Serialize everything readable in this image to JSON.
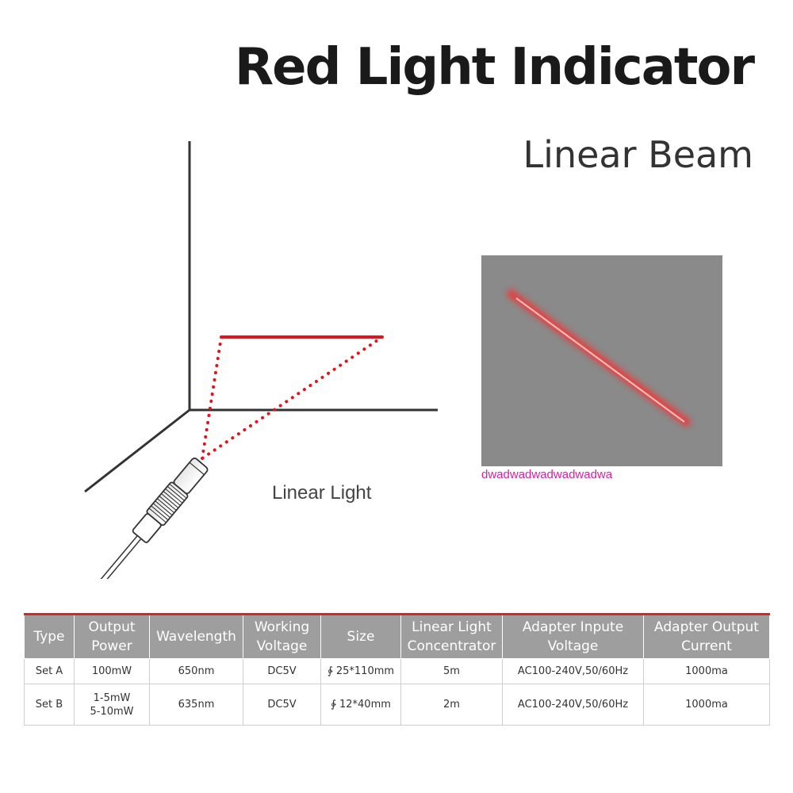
{
  "header": {
    "title": "Red Light Indicator",
    "subtitle": "Linear Beam"
  },
  "diagram": {
    "caption": "Linear Light",
    "beam_color": "#e0141c"
  },
  "photo": {
    "watermark": "dwadwadwadwadwadwa",
    "background_color": "#8a8a8a",
    "beam_color": "#ff3b3b"
  },
  "spec_table": {
    "headers": [
      [
        "Type"
      ],
      [
        "Output",
        "Power"
      ],
      [
        "Wavelength"
      ],
      [
        "Working",
        "Voltage"
      ],
      [
        "Size"
      ],
      [
        "Linear Light",
        "Concentrator"
      ],
      [
        "Adapter Inpute",
        "Voltage"
      ],
      [
        "Adapter Output",
        "Current"
      ]
    ],
    "rows": [
      {
        "type": "Set A",
        "output_power": [
          "100mW"
        ],
        "wavelength": "650nm",
        "working_voltage": "DC5V",
        "size": "∲ 25*110mm",
        "concentrator": "5m",
        "adapter_input": "AC100-240V,50/60Hz",
        "adapter_output": "1000ma"
      },
      {
        "type": "Set B",
        "output_power": [
          "1-5mW",
          "5-10mW"
        ],
        "wavelength": "635nm",
        "working_voltage": "DC5V",
        "size": "∲ 12*40mm",
        "concentrator": "2m",
        "adapter_input": "AC100-240V,50/60Hz",
        "adapter_output": "1000ma"
      }
    ],
    "accent_color": "#d9252a",
    "header_bg": "#9e9e9e"
  }
}
